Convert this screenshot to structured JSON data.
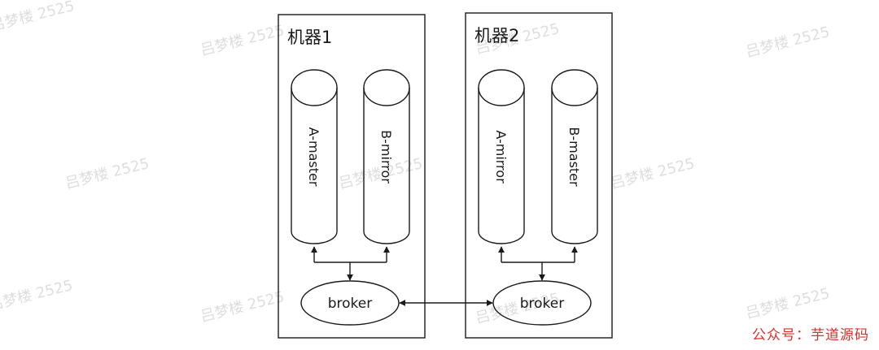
{
  "diagram": {
    "machines": [
      {
        "title": "机器1",
        "queues": [
          "A-master",
          "B-mirror"
        ],
        "broker": "broker"
      },
      {
        "title": "机器2",
        "queues": [
          "A-mirror",
          "B-master"
        ],
        "broker": "broker"
      }
    ]
  },
  "watermark": "吕梦楼 2525",
  "footer": "公众号：芋道源码",
  "colors": {
    "stroke": "#1a1a1a",
    "watermark": "#d9d9d9",
    "footer": "#d8312a"
  }
}
